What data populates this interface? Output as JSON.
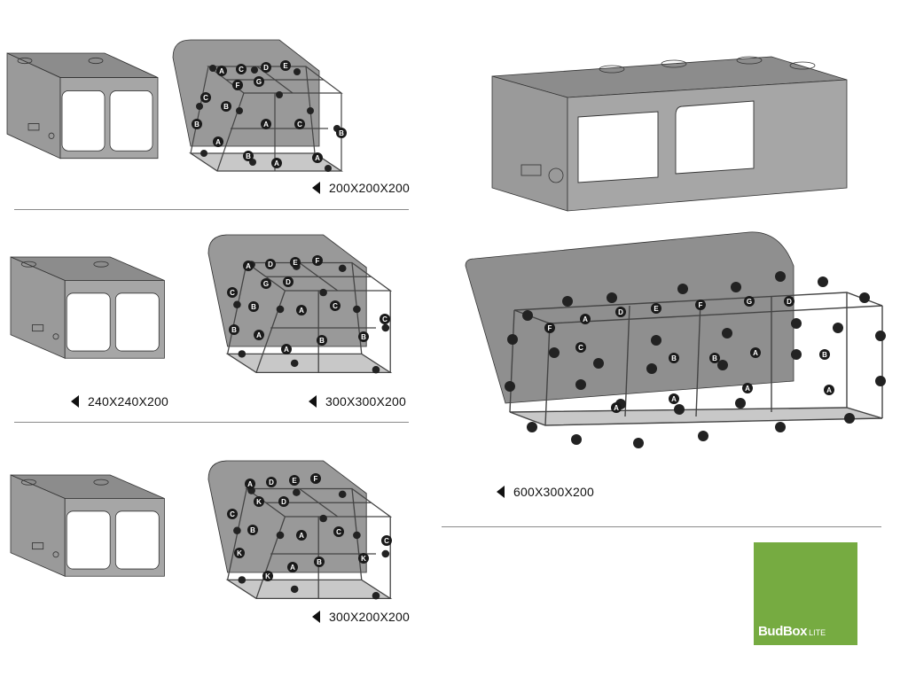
{
  "sizes": {
    "a": "200X200X200",
    "b": "240X240X200",
    "c": "300X300X200",
    "d": "300X200X200",
    "e": "600X300X200"
  },
  "logo": {
    "brand": "BudBox",
    "suffix": "LITE"
  },
  "part_letters": [
    "A",
    "B",
    "C",
    "D",
    "E",
    "F",
    "G",
    "K"
  ]
}
